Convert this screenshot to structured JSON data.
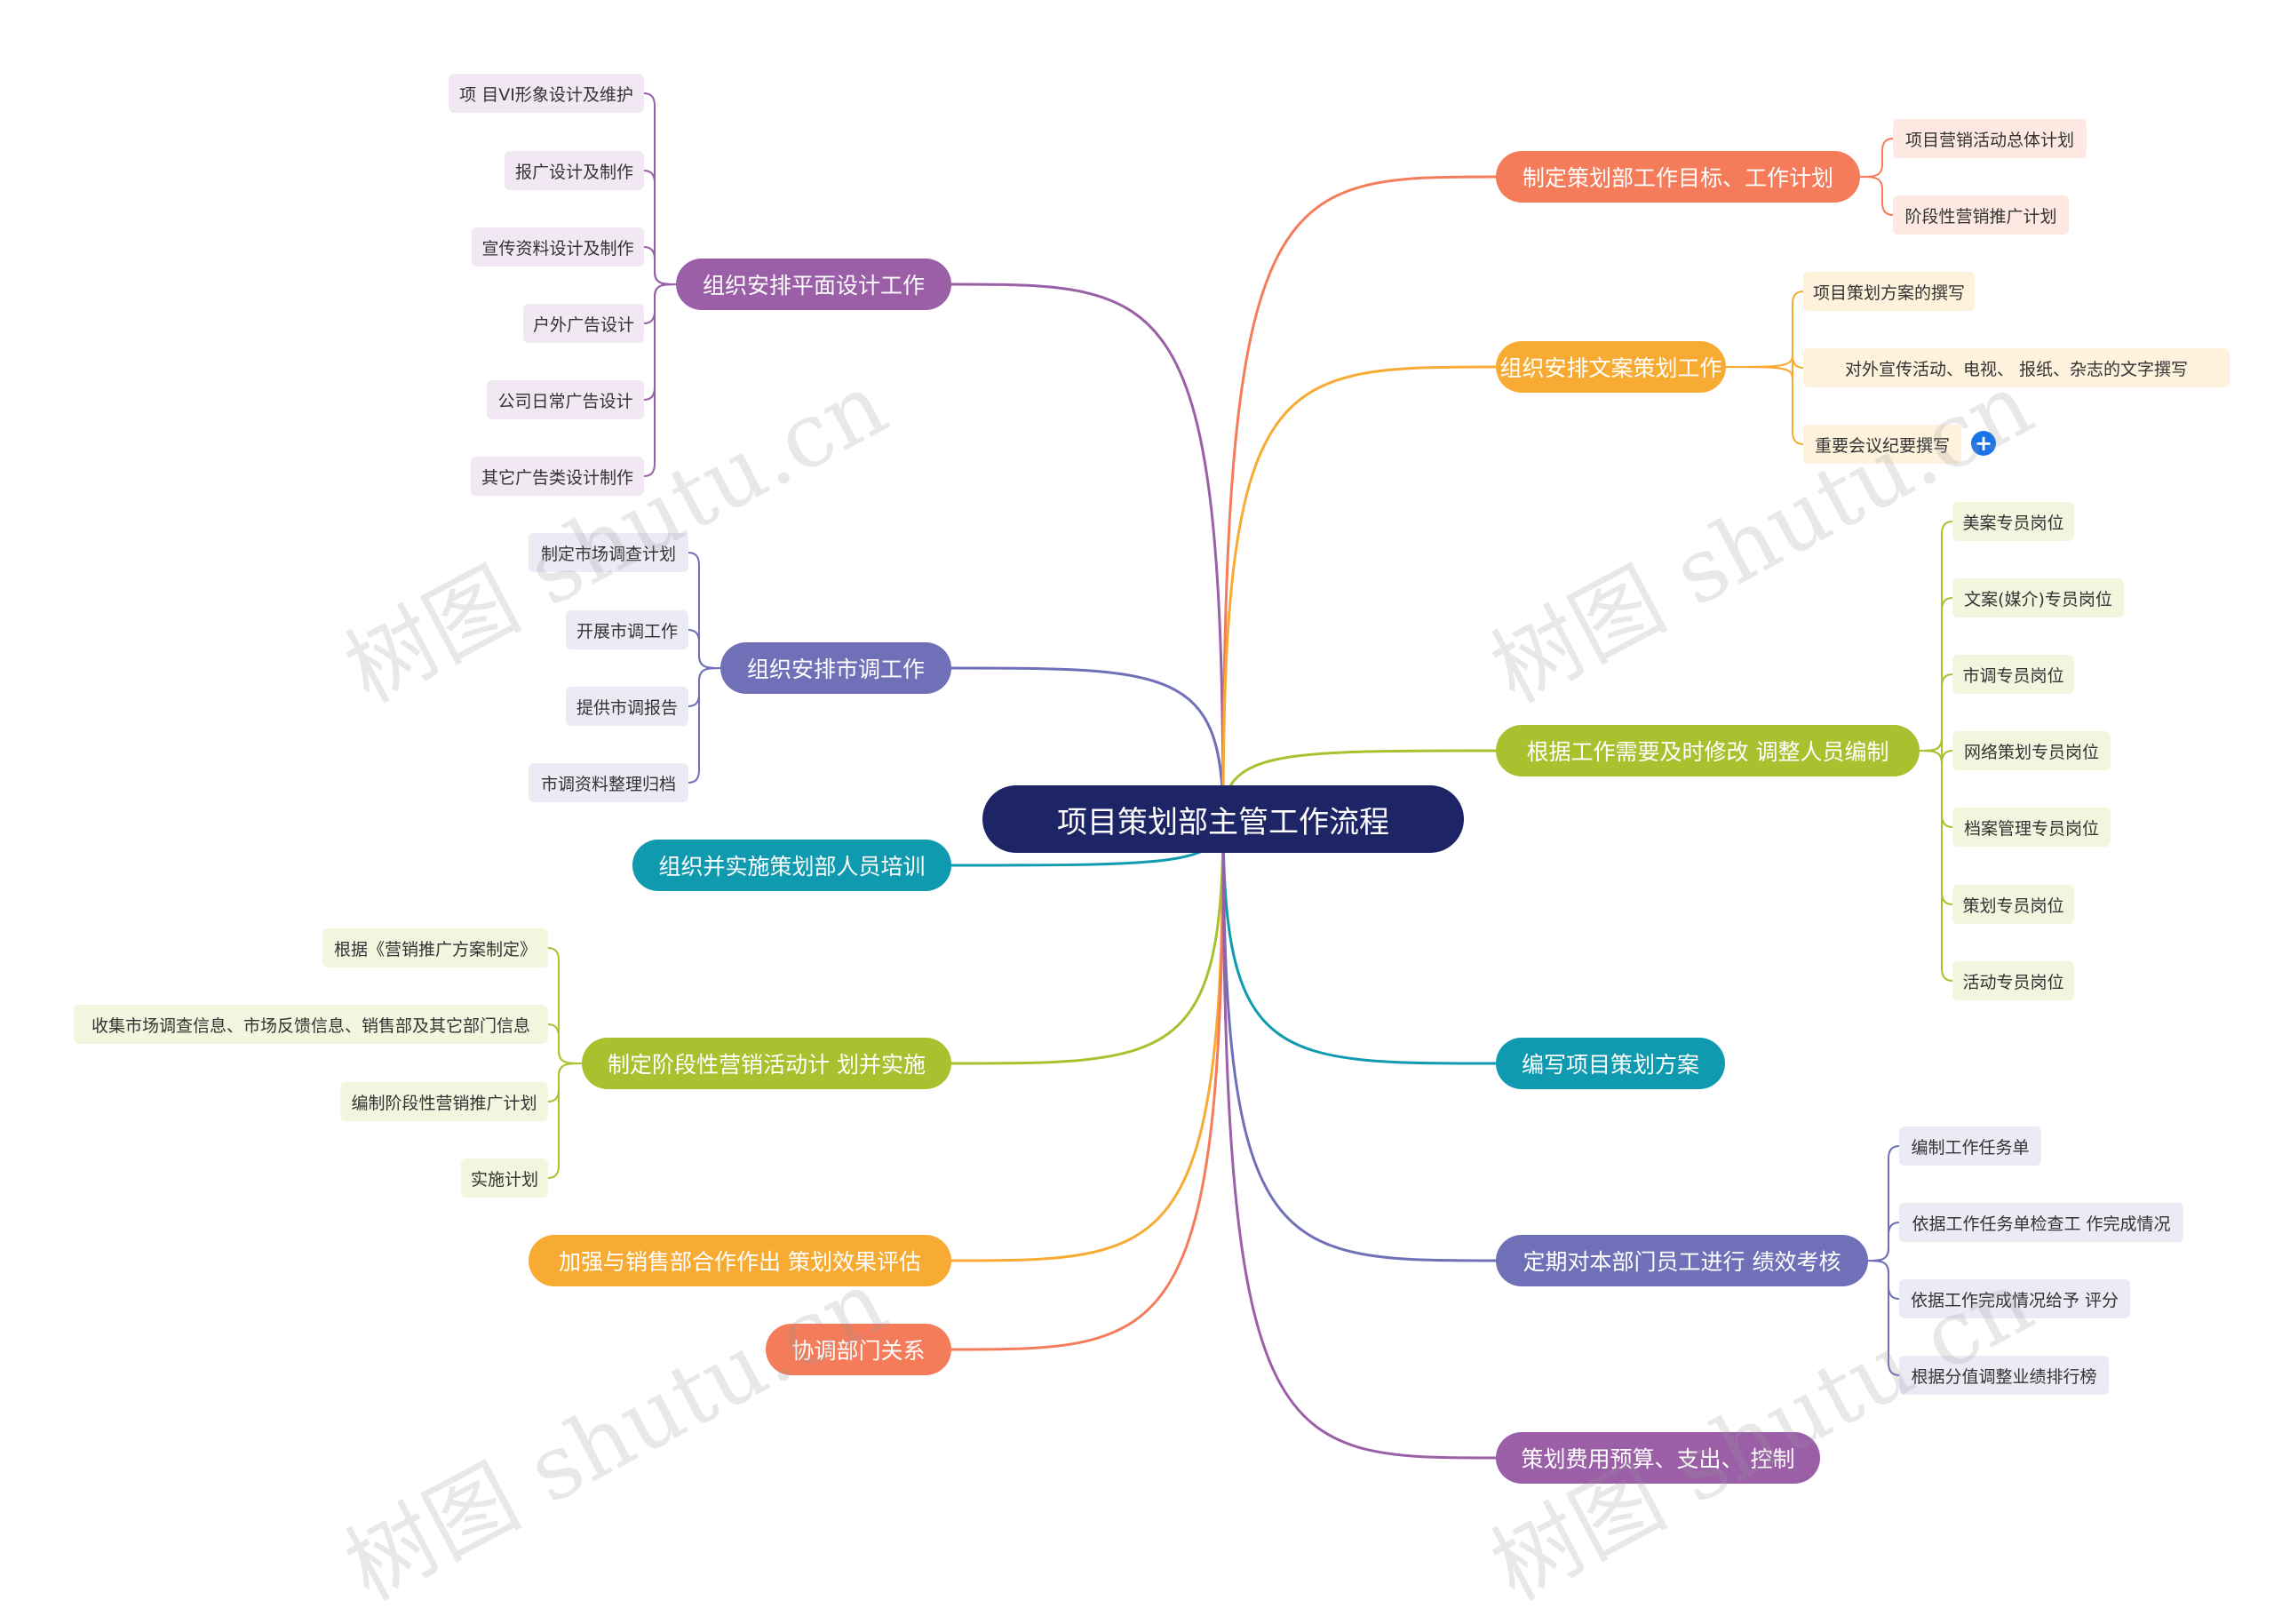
{
  "root": {
    "label": "项目策划部主管工作流程"
  },
  "left_branches": [
    {
      "label": "组织安排平面设计工作",
      "color": "#9b5fa8",
      "leaf_bg": "#f1e8f3",
      "children": [
        "项 目VI形象设计及维护",
        "报广设计及制作",
        "宣传资料设计及制作",
        "户外广告设计",
        "公司日常广告设计",
        "其它广告类设计制作"
      ]
    },
    {
      "label": "组织安排市调工作",
      "color": "#6f70b8",
      "leaf_bg": "#ebebf5",
      "children": [
        "制定市场调查计划",
        "开展市调工作",
        "提供市调报告",
        "市调资料整理归档"
      ]
    },
    {
      "label": "组织并实施策划部人员培训",
      "color": "#0f9ab0",
      "leaf_bg": "#e4f3f6",
      "children": []
    },
    {
      "label": "制定阶段性营销活动计 划并实施",
      "color": "#a9c12f",
      "leaf_bg": "#f2f6df",
      "children": [
        "根据《营销推广方案制定》",
        "收集市场调查信息、市场反馈信息、销售部及其它部门信息",
        "编制阶段性营销推广计划",
        "实施计划"
      ]
    },
    {
      "label": "加强与销售部合作作出 策划效果评估",
      "color": "#f7ab33",
      "leaf_bg": "#fef2dd",
      "children": []
    },
    {
      "label": "协调部门关系",
      "color": "#f47c5a",
      "leaf_bg": "#fde9e2",
      "children": []
    }
  ],
  "right_branches": [
    {
      "label": "制定策划部工作目标、工作计划",
      "color": "#f47c5a",
      "leaf_bg": "#fde9e2",
      "children": [
        "项目营销活动总体计划",
        "阶段性营销推广计划"
      ]
    },
    {
      "label": "组织安排文案策划工作",
      "color": "#f7ab33",
      "leaf_bg": "#fef2dd",
      "children": [
        "项目策划方案的撰写",
        "对外宣传活动、电视、 报纸、杂志的文字撰写",
        "重要会议纪要撰写"
      ]
    },
    {
      "label": "根据工作需要及时修改 调整人员编制",
      "color": "#a9c12f",
      "leaf_bg": "#f2f6df",
      "children": [
        "美案专员岗位",
        "文案(媒介)专员岗位",
        "市调专员岗位",
        "网络策划专员岗位",
        "档案管理专员岗位",
        "策划专员岗位",
        "活动专员岗位"
      ]
    },
    {
      "label": "编写项目策划方案",
      "color": "#0f9ab0",
      "leaf_bg": "#e4f3f6",
      "children": []
    },
    {
      "label": "定期对本部门员工进行 绩效考核",
      "color": "#6f70b8",
      "leaf_bg": "#ebebf5",
      "children": [
        "编制工作任务单",
        "依据工作任务单检查工 作完成情况",
        "依据工作完成情况给予 评分",
        "根据分值调整业绩排行榜"
      ]
    },
    {
      "label": "策划费用预算、支出、 控制",
      "color": "#9b5fa8",
      "leaf_bg": "#f1e8f3",
      "children": []
    }
  ],
  "expand_icon": "plus-icon",
  "watermark": "树图 shutu.cn"
}
